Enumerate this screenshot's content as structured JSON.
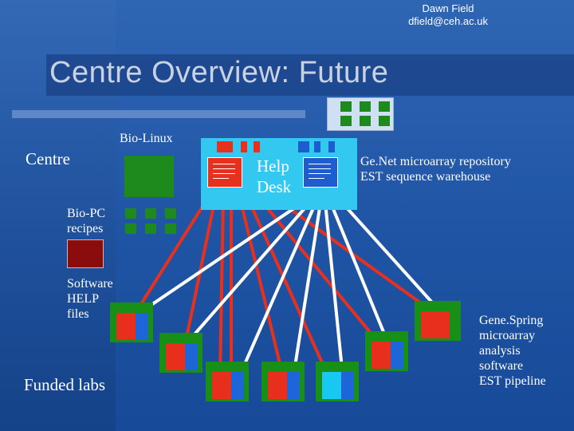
{
  "header": {
    "author_name": "Dawn Field",
    "author_email": "dfield@ceh.ac.uk"
  },
  "title": "Centre Overview: Future",
  "labels": {
    "centre": "Centre",
    "bio_linux": "Bio-Linux",
    "bio_pc_line1": "Bio-PC",
    "bio_pc_line2": "recipes",
    "software_line1": "Software",
    "software_line2": "HELP",
    "software_line3": "files",
    "funded_labs": "Funded labs",
    "help_line1": "Help",
    "help_line2": "Desk",
    "genet_line1": "Ge.Net microarray repository",
    "genet_line2": "EST sequence warehouse",
    "genespring_line1": "Gene.Spring",
    "genespring_line2": "microarray",
    "genespring_line3": "analysis",
    "genespring_line4": "software",
    "genespring_line5": "EST pipeline"
  },
  "colors": {
    "background": "#2458a8",
    "red_link": "#e8301e",
    "white_link": "#ffffff",
    "lab_green": "#189018",
    "help_desk": "#33c8f0",
    "bio_pc_box": "#8a0c0c"
  }
}
